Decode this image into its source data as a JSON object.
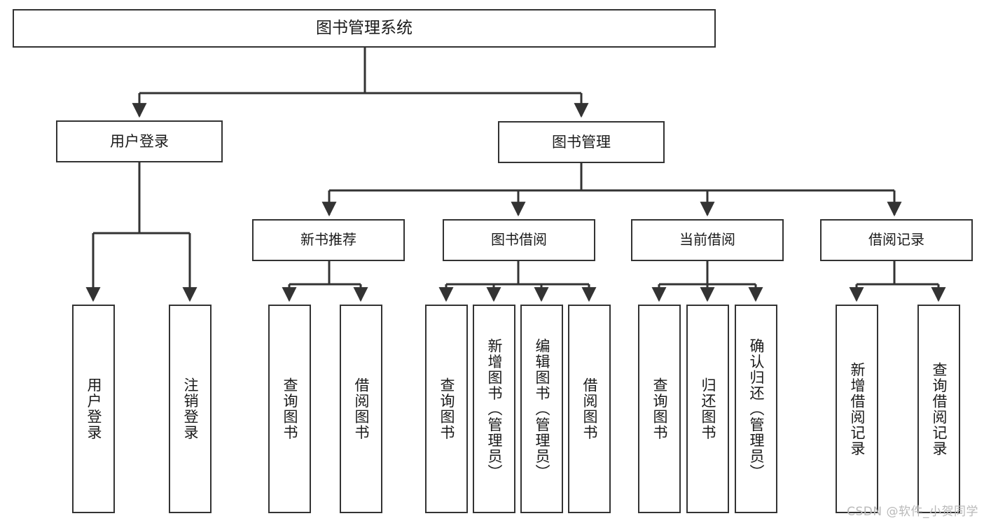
{
  "diagram": {
    "type": "tree",
    "title": "图书管理系统",
    "watermark": "CSDN @软件_小贺同学",
    "colors": {
      "background": "#ffffff",
      "box_border": "#333333",
      "box_fill": "#ffffff",
      "connector": "#333333",
      "text": "#1a1a1a",
      "watermark": "#b9b9b9"
    },
    "root": {
      "label": "图书管理系统"
    },
    "level1": [
      {
        "label": "用户登录"
      },
      {
        "label": "图书管理"
      }
    ],
    "level2": [
      {
        "label": "新书推荐"
      },
      {
        "label": "图书借阅"
      },
      {
        "label": "当前借阅"
      },
      {
        "label": "借阅记录"
      }
    ],
    "leaves": {
      "user_login": [
        {
          "label": "用户登录"
        },
        {
          "label": "注销登录"
        }
      ],
      "new_book_recommend": [
        {
          "label": "查询图书"
        },
        {
          "label": "借阅图书"
        }
      ],
      "book_borrow": [
        {
          "label": "查询图书"
        },
        {
          "label": "新增图书（管理员）"
        },
        {
          "label": "编辑图书（管理员）"
        },
        {
          "label": "借阅图书"
        }
      ],
      "current_borrow": [
        {
          "label": "查询图书"
        },
        {
          "label": "归还图书"
        },
        {
          "label": "确认归还（管理员）"
        }
      ],
      "borrow_records": [
        {
          "label": "新增借阅记录"
        },
        {
          "label": "查询借阅记录"
        }
      ]
    }
  }
}
